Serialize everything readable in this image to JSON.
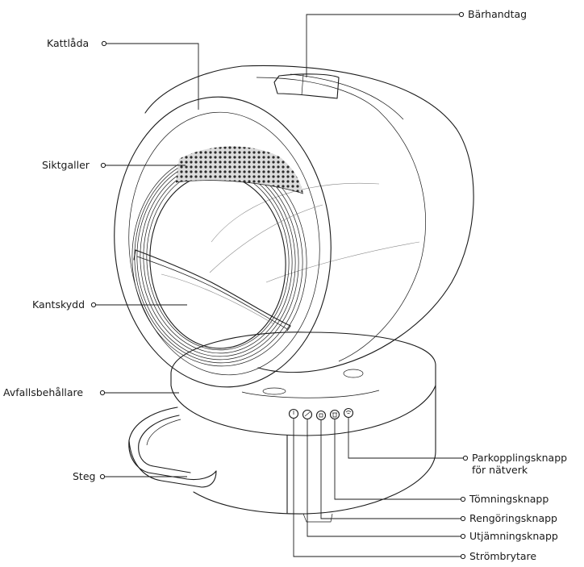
{
  "labels": {
    "barhandtag": "Bärhandtag",
    "kattlada": "Kattlåda",
    "siktgaller": "Siktgaller",
    "kantskydd": "Kantskydd",
    "avfallsbehallare": "Avfallsbehållare",
    "steg": "Steg",
    "parkoppling_line1": "Parkopplingsknapp",
    "parkoppling_line2": "för nätverk",
    "tomningsknapp": "Tömningsknapp",
    "rengoringsknapp": "Rengöringsknapp",
    "utjamningsknapp": "Utjämningsknapp",
    "strombrytare": "Strömbrytare"
  },
  "product_icons": [
    "power-icon",
    "level-icon",
    "clean-icon",
    "empty-icon",
    "wifi-pair-icon"
  ],
  "colors": {
    "line": "#1a1a1a",
    "background": "#ffffff"
  }
}
